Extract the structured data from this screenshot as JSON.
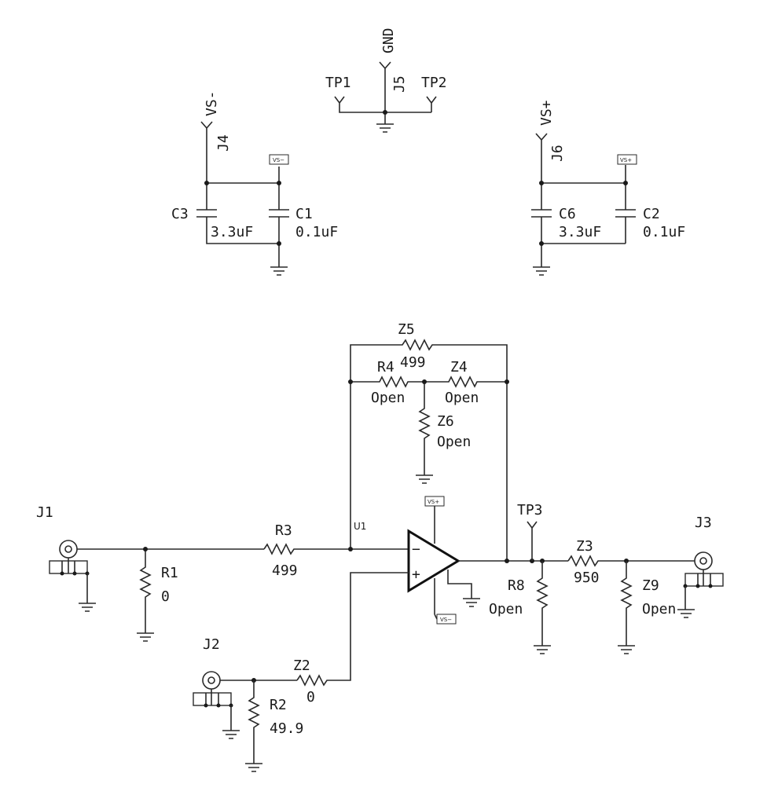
{
  "labels": {
    "vs_minus": "VS-",
    "j4": "J4",
    "gnd": "GND",
    "j5": "J5",
    "tp1": "TP1",
    "tp2": "TP2",
    "vs_plus": "VS+",
    "j6": "J6",
    "c3": "C3",
    "c3_val": "3.3uF",
    "c1": "C1",
    "c1_val": "0.1uF",
    "c6": "C6",
    "c6_val": "3.3uF",
    "c2": "C2",
    "c2_val": "0.1uF",
    "z5": "Z5",
    "z5_val": "499",
    "r4": "R4",
    "r4_val": "Open",
    "z4": "Z4",
    "z4_val": "Open",
    "z6": "Z6",
    "z6_val": "Open",
    "j1": "J1",
    "r1": "R1",
    "r1_val": "0",
    "r3": "R3",
    "r3_val": "499",
    "u1": "U1",
    "tp3": "TP3",
    "j3": "J3",
    "r8": "R8",
    "r8_val": "Open",
    "z3": "Z3",
    "z3_val": "950",
    "z9": "Z9",
    "z9_val": "Open",
    "j2": "J2",
    "z2": "Z2",
    "z2_val": "0",
    "r2": "R2",
    "r2_val": "49.9",
    "minus_sign": "−",
    "plus_sign": "+"
  },
  "supply_tags": {
    "vs_minus": "VS−",
    "vs_plus": "VS+"
  }
}
